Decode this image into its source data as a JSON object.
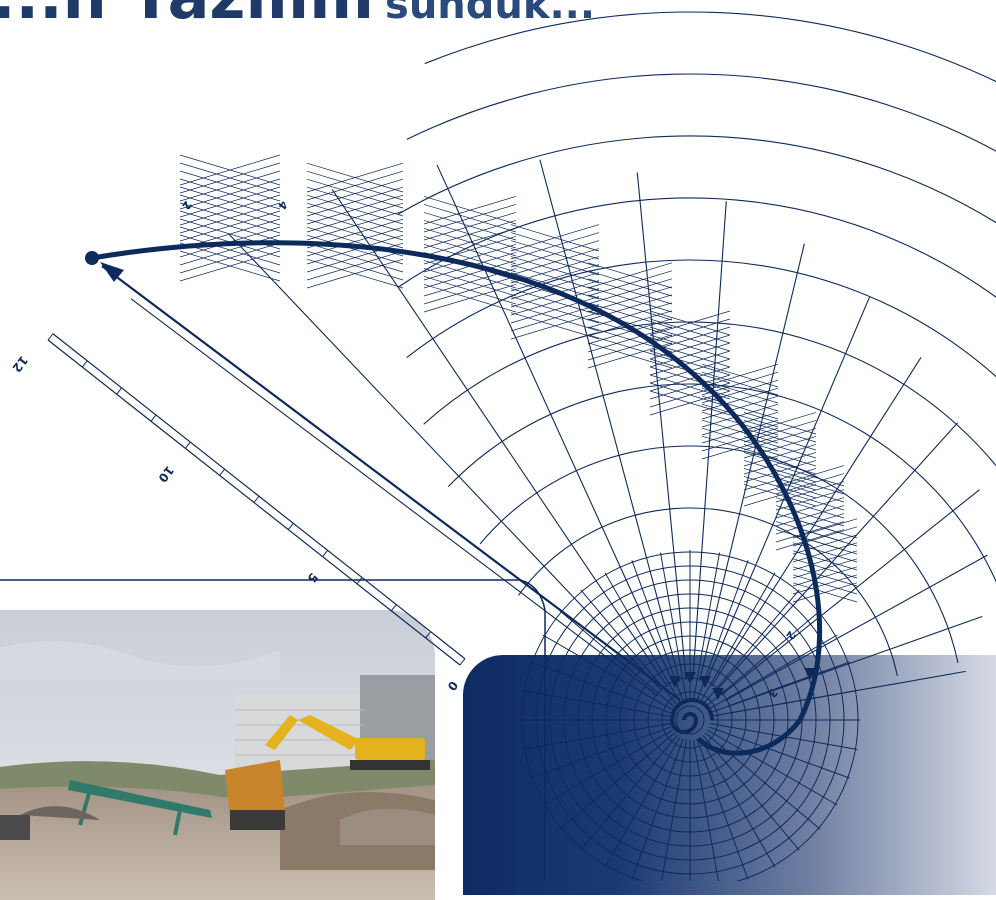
{
  "heading": {
    "large_text": "...n Yazılım",
    "small_text": "sunduk..."
  },
  "spiral_graphic": {
    "ruler_labels": [
      "0",
      "5",
      "10",
      "12"
    ],
    "curve_labels": [
      "2",
      "4",
      "2",
      "3"
    ],
    "colors": {
      "ink": "#0d2a5c",
      "panel_start": "#0e2b63",
      "panel_end": "#e4e7ee"
    }
  },
  "photo": {
    "icon": "construction-site-photo"
  }
}
